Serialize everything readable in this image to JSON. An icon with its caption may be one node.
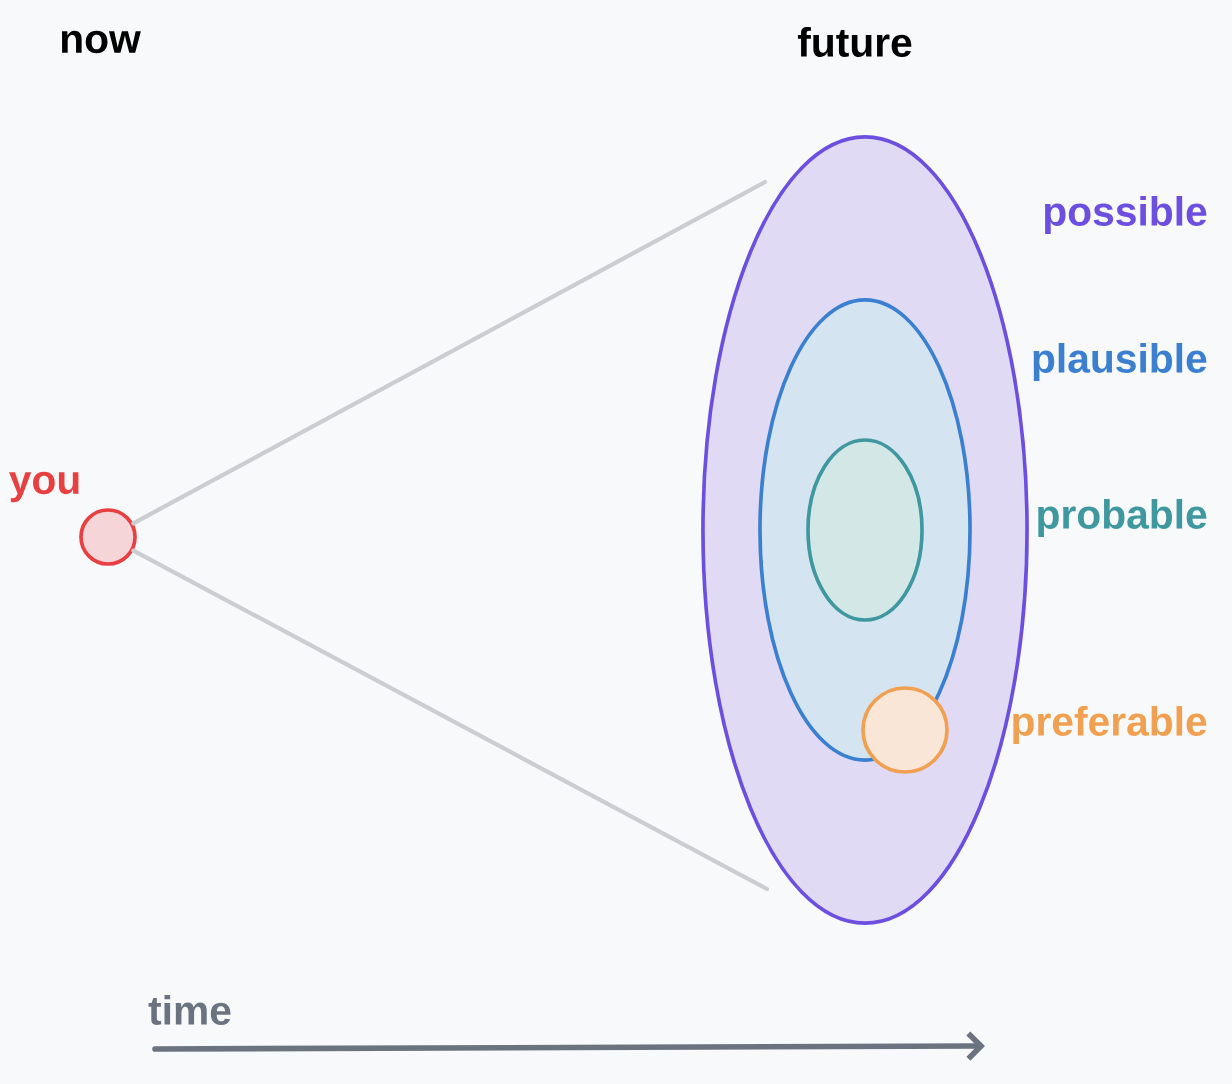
{
  "diagram": {
    "nodes": [
      {
        "text": [],
        "shape": "circle",
        "beside": [
          "you"
        ]
      },
      {
        "text": [
          "possible"
        ]
      },
      {
        "text": [
          "plausible"
        ],
        "in": 1
      },
      {
        "text": [
          "probable"
        ],
        "in": 2
      },
      {
        "text": [
          "preferable"
        ],
        "in": 1
      }
    ],
    "edges": [
      {
        "from": 0,
        "to": 1,
        "arrow": "none"
      },
      {
        "from": 0,
        "to": 1,
        "arrow": "none"
      }
    ],
    "labels": [
      "now",
      "future",
      "time"
    ]
  }
}
